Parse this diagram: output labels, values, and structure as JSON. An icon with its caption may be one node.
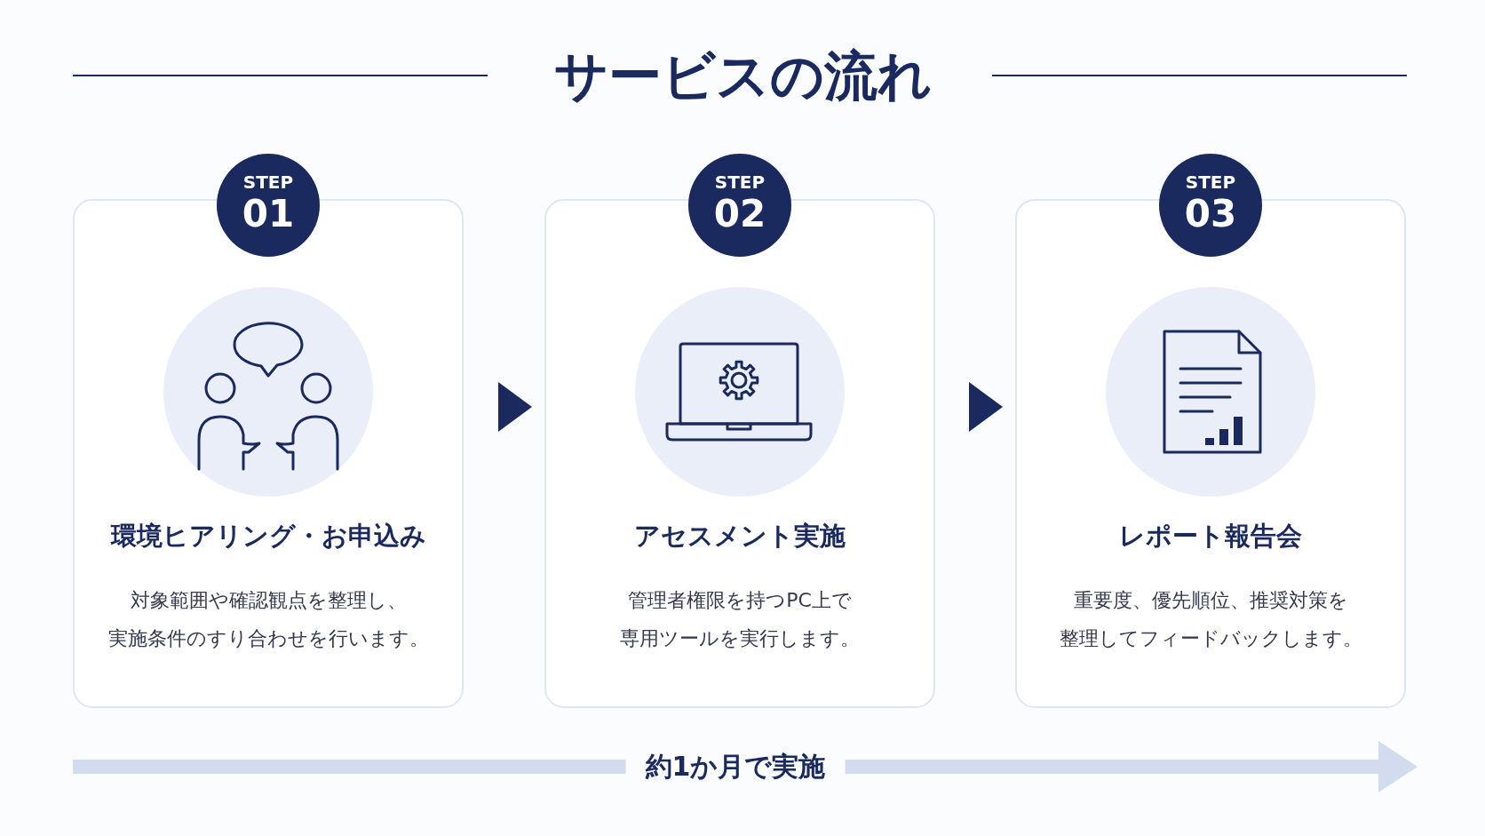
{
  "diagram": {
    "title": "サービスの流れ",
    "nodes": [
      {
        "text": [
          "環境ヒアリング・お申込み",
          "対象範囲や確認観点を整理し、実施条件のすり合わせを行います。"
        ]
      },
      {
        "text": [
          "STEP",
          "01"
        ]
      },
      {
        "text": [
          "アセスメント実施",
          "管理者権限を持つPC上で専用ツールを実行します。"
        ]
      },
      {
        "text": [
          "STEP",
          "02"
        ]
      },
      {
        "text": [
          "レポート報告会",
          "重要度、優先順位、推奨対策を整理してフィードバックします。"
        ]
      },
      {
        "text": [
          "STEP",
          "03"
        ]
      }
    ],
    "edges": [
      {
        "from": 0,
        "to": 2,
        "arrow": "to"
      },
      {
        "from": 2,
        "to": 4,
        "arrow": "to"
      }
    ],
    "labels": [
      "約1か月で実施"
    ]
  }
}
